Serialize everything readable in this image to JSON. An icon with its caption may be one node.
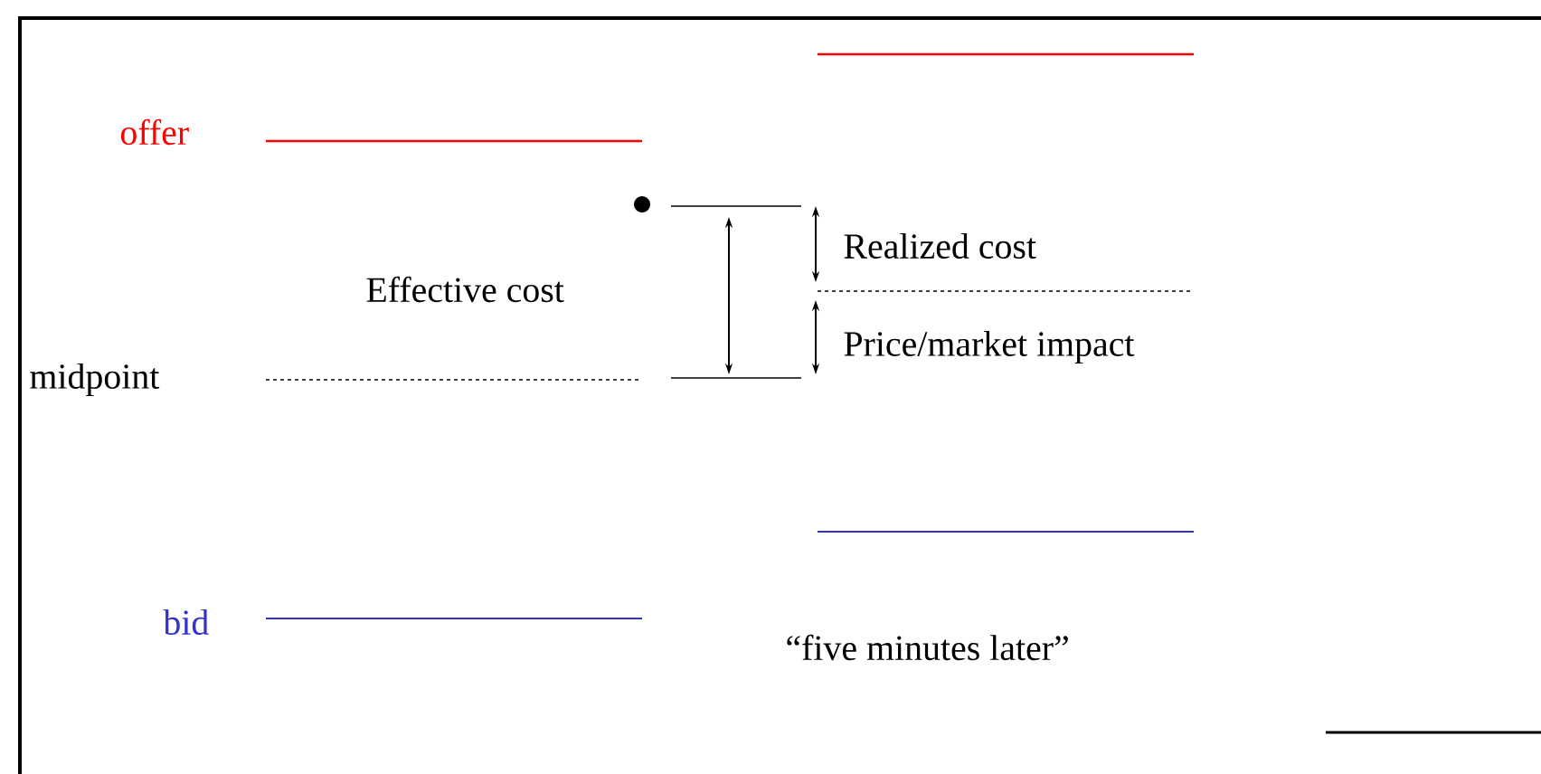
{
  "diagram": {
    "labels": [
      "offer",
      "Realized cost",
      "Effective cost",
      "Price/market impact",
      "midpoint",
      "bid",
      "“five minutes later”"
    ]
  }
}
